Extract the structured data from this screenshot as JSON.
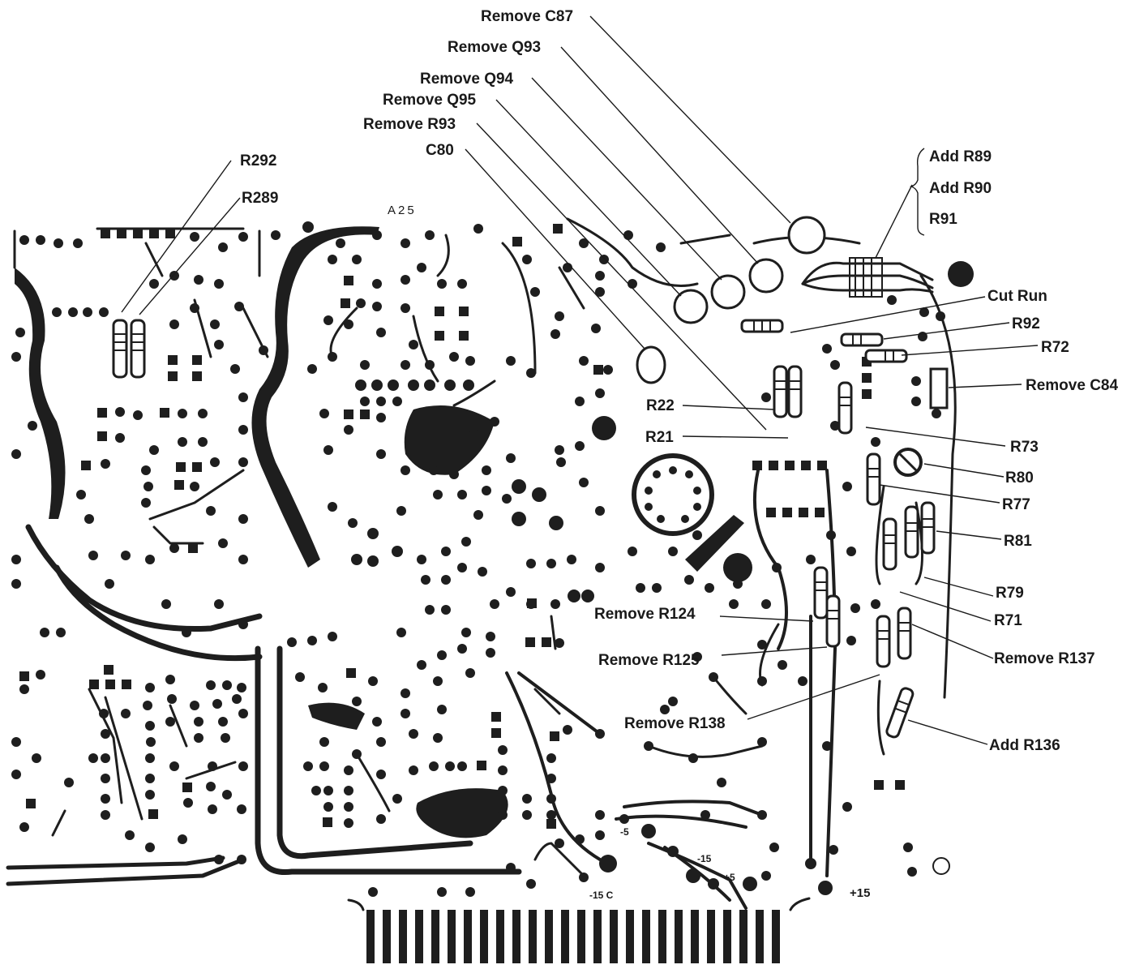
{
  "board": {
    "ref": "A25",
    "voltages": {
      "m5": "-5",
      "m15c": "-15 C",
      "m15": "-15",
      "p5": "+5",
      "p15": "+15"
    }
  },
  "labels": {
    "remove_c87": "Remove C87",
    "remove_q93": "Remove Q93",
    "remove_q94": "Remove Q94",
    "remove_q95": "Remove Q95",
    "remove_r93": "Remove R93",
    "c80": "C80",
    "r292": "R292",
    "r289": "R289",
    "add_r89": "Add R89",
    "add_r90": "Add R90",
    "r91": "R91",
    "cut_run": "Cut Run",
    "r92": "R92",
    "r72": "R72",
    "remove_c84": "Remove C84",
    "r22": "R22",
    "r21": "R21",
    "r73": "R73",
    "r80": "R80",
    "r77": "R77",
    "r81": "R81",
    "r79": "R79",
    "r71": "R71",
    "remove_r124": "Remove R124",
    "remove_r125": "Remove R125",
    "remove_r137": "Remove R137",
    "remove_r138": "Remove R138",
    "add_r136": "Add R136"
  },
  "colors": {
    "ink": "#1e1e1e",
    "paper": "#ffffff"
  }
}
